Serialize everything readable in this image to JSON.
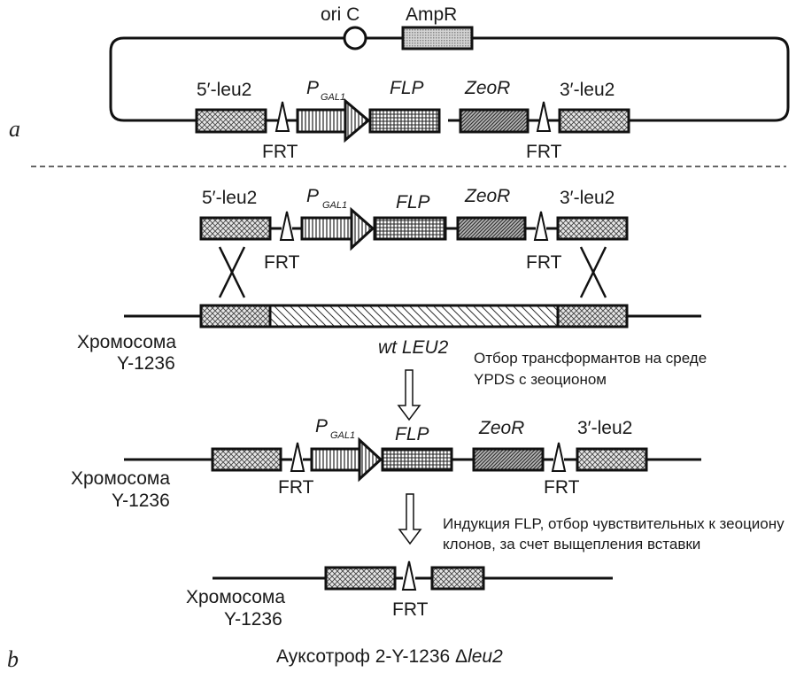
{
  "panels": {
    "a": "a",
    "b": "b"
  },
  "plasmid": {
    "ori": "ori C",
    "ampr": "AmpR",
    "left_arm": "5′-leu2",
    "promoter_p": "P",
    "promoter_sub": "GAL1",
    "flp": "FLP",
    "zeor": "ZeoR",
    "right_arm": "3′-leu2",
    "frt_left": "FRT",
    "frt_right": "FRT"
  },
  "construct": {
    "left_arm": "5′-leu2",
    "promoter_p": "P",
    "promoter_sub": "GAL1",
    "flp": "FLP",
    "zeor": "ZeoR",
    "right_arm": "3′-leu2",
    "frt_left": "FRT",
    "frt_right": "FRT"
  },
  "chromosome1": {
    "name": "Хромосома",
    "strain": "Y-1236",
    "gene": "wt LEU2"
  },
  "step1_note": [
    "Отбор трансформантов на среде",
    "YPDS с зеоционом"
  ],
  "chromosome2": {
    "name": "Хромосома",
    "strain": "Y-1236",
    "promoter_p": "P",
    "promoter_sub": "GAL1",
    "flp": "FLP",
    "zeor": "ZeoR",
    "right_arm": "3′-leu2",
    "frt_left": "FRT",
    "frt_right": "FRT"
  },
  "step2_note": [
    "Индукция FLP, отбор чувствительных к зеоциону",
    "клонов, за счет выщепления вставки"
  ],
  "chromosome3": {
    "name": "Хромосома",
    "strain": "Y-1236",
    "frt": "FRT"
  },
  "result": {
    "prefix": "Ауксотроф 2-Y-1236 ",
    "delta": "Δ",
    "gene": "leu2"
  }
}
